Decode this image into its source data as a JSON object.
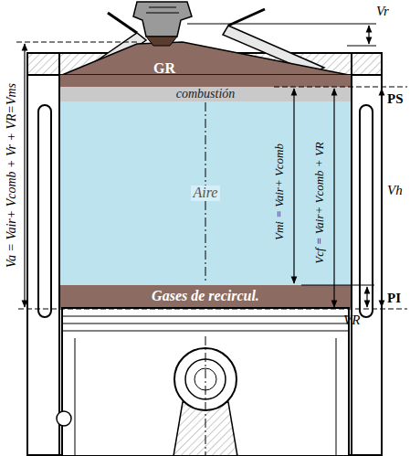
{
  "diagram": {
    "nodes": [
      {
        "text": [
          "GR"
        ]
      },
      {
        "text": [
          "combustión"
        ]
      },
      {
        "text": [
          "Aire"
        ]
      },
      {
        "text": [
          "Gases de recircul."
        ]
      }
    ],
    "labels": [
      "Vr",
      "PS",
      "Vh",
      "PI",
      "VR",
      "Va = Vair+ Vcomb + Vr + VR=Vms",
      "Vmi = Vair+ Vcomb",
      "Vcf = Vair+ Vcomb + VR"
    ]
  }
}
